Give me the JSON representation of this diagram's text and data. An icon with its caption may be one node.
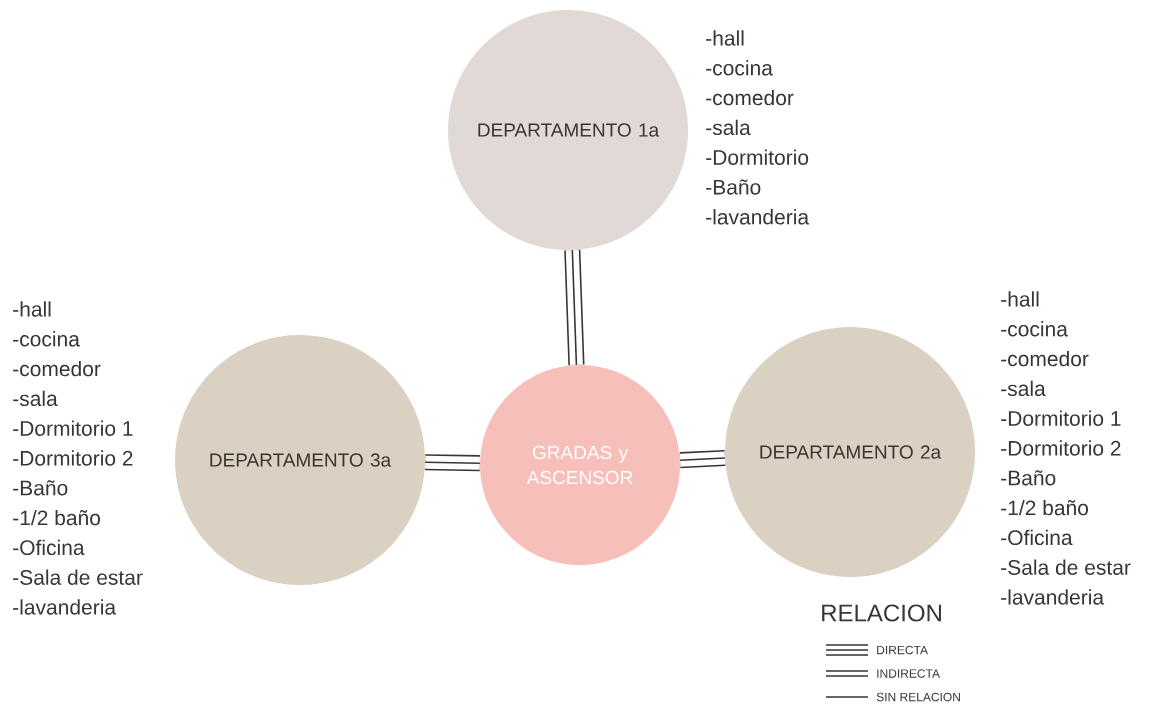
{
  "diagram": {
    "nodes": [
      {
        "text": [
          "DEPARTAMENTO 1a"
        ],
        "beside": [
          "-hall",
          "-cocina",
          "-comedor",
          "-sala",
          "-Dormitorio",
          "-Baño",
          "-lavanderia"
        ]
      },
      {
        "text": [
          "DEPARTAMENTO 3a"
        ],
        "beside": [
          "-hall",
          "-cocina",
          "-comedor",
          "-sala",
          "-Dormitorio 1",
          "-Dormitorio 2",
          "-Baño",
          "-1/2 baño",
          "-Oficina",
          "-Sala de estar",
          "-lavanderia"
        ]
      },
      {
        "text": [
          "GRADAS y ASCENSOR"
        ]
      },
      {
        "text": [
          "DEPARTAMENTO 2a"
        ],
        "beside": [
          "-hall",
          "-cocina",
          "-comedor",
          "-sala",
          "-Dormitorio 1",
          "-Dormitorio 2",
          "-Baño",
          "-1/2 baño",
          "-Oficina",
          "-Sala de estar",
          "-lavanderia"
        ]
      }
    ],
    "edges": [
      {
        "from": 0,
        "to": 2,
        "arrow": "none"
      },
      {
        "from": 1,
        "to": 2,
        "arrow": "none"
      },
      {
        "from": 2,
        "to": 3,
        "arrow": "none"
      }
    ],
    "labels": [
      "RELACION"
    ],
    "legend": [
      {
        "text": "DIRECTA"
      },
      {
        "text": "INDIRECTA"
      },
      {
        "text": "SIN RELACION"
      }
    ]
  }
}
